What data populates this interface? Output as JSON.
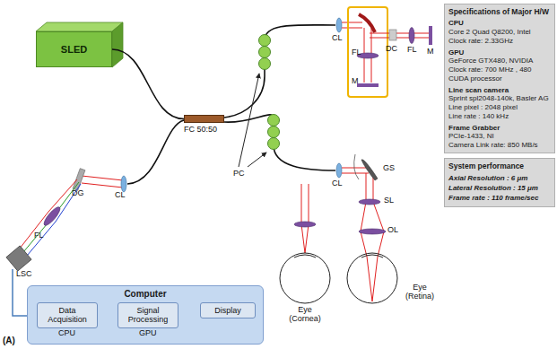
{
  "diagram": {
    "nodes": [
      {
        "text": [
          "SLED"
        ]
      },
      {
        "text": [
          "FC 50:50"
        ]
      },
      {
        "text": [
          "Specifications of Major H/W",
          "CPU",
          "Core 2 Quad Q8200, Intel",
          "Clock rate: 2.33GHz",
          "GPU",
          "GeForce GTX480, NVIDIA",
          "Clock rate: 700 MHz , 480 CUDA processor",
          "Line scan camera",
          "Sprint spl2048-140k, Basler AG",
          "Line pixel : 2048 pixel",
          "Line rate : 140 kHz",
          "Frame Grabber",
          "PCIe-1433, NI",
          "Camera Link rate: 850 MB/s"
        ]
      },
      {
        "text": [
          "System performance",
          "Axial Resolution : 6 μm",
          "Lateral Resolution : 15 μm",
          "Frame rate : 110 frame/sec"
        ]
      },
      {
        "text": [
          "Computer"
        ]
      },
      {
        "text": [
          "Data Acquisition"
        ],
        "in": 4
      },
      {
        "text": [
          "Signal Processing"
        ],
        "in": 4
      },
      {
        "text": [
          "Display"
        ],
        "in": 4
      }
    ],
    "edges": [
      {
        "from": 0,
        "to": 1,
        "arrow": "none"
      },
      {
        "from": 5,
        "to": 6,
        "arrow": "to"
      },
      {
        "from": 6,
        "to": 7,
        "arrow": "to"
      }
    ],
    "labels": [
      "CL",
      "DG",
      "FL",
      "LSC",
      "CL",
      "DC",
      "FL",
      "M",
      "FL",
      "M",
      "CL",
      "GS",
      "SL",
      "OL",
      "PC",
      "Eye (Cornea)",
      "Eye (Retina)",
      "CPU",
      "GPU",
      "(A)"
    ]
  }
}
